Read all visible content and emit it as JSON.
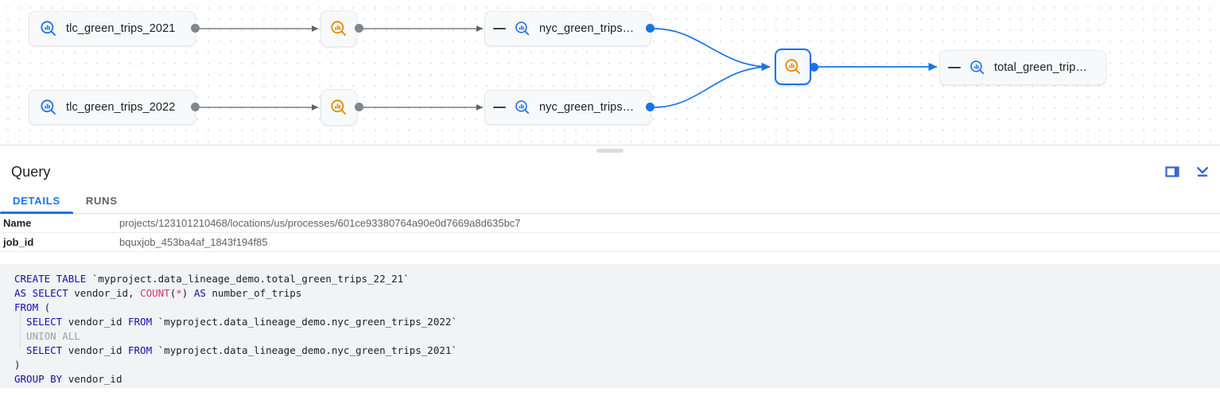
{
  "graph": {
    "nodes": [
      {
        "id": "tlc_2021",
        "label": "tlc_green_trips_2021",
        "icon": "bigquery-table-search-icon",
        "kind": "table",
        "collapse": false,
        "selected": false
      },
      {
        "id": "tlc_2022",
        "label": "tlc_green_trips_2022",
        "icon": "bigquery-table-search-icon",
        "kind": "table",
        "collapse": false,
        "selected": false
      },
      {
        "id": "proc_1",
        "label": "",
        "icon": "process-search-icon",
        "kind": "process",
        "collapse": false,
        "selected": false
      },
      {
        "id": "proc_2",
        "label": "",
        "icon": "process-search-icon",
        "kind": "process",
        "collapse": false,
        "selected": false
      },
      {
        "id": "nyc_2021",
        "label": "nyc_green_trips…",
        "icon": "bigquery-table-search-icon",
        "kind": "table",
        "collapse": true,
        "selected": false
      },
      {
        "id": "nyc_2022",
        "label": "nyc_green_trips…",
        "icon": "bigquery-table-search-icon",
        "kind": "table",
        "collapse": true,
        "selected": false
      },
      {
        "id": "proc_3",
        "label": "",
        "icon": "process-search-icon",
        "kind": "process",
        "collapse": false,
        "selected": true
      },
      {
        "id": "total",
        "label": "total_green_trip…",
        "icon": "bigquery-table-search-icon",
        "kind": "table",
        "collapse": true,
        "selected": false
      }
    ],
    "collapse_symbol": "—",
    "colors": {
      "table_icon": "#1a73e8",
      "process_icon": "#ea8600",
      "edge_gray": "#5f6368",
      "edge_blue": "#1a73e8",
      "selected_border": "#1a73e8"
    }
  },
  "panel": {
    "title": "Query",
    "actions": [
      {
        "name": "split-panel-icon",
        "tooltip": "Split panel"
      },
      {
        "name": "collapse-down-icon",
        "tooltip": "Collapse"
      }
    ],
    "tabs": [
      {
        "label": "DETAILS",
        "active": true
      },
      {
        "label": "RUNS",
        "active": false
      }
    ],
    "details": [
      {
        "key": "Name",
        "value": "projects/123101210468/locations/us/processes/601ce93380764a90e0d7669a8d635bc7"
      },
      {
        "key": "job_id",
        "value": "bquxjob_453ba4af_1843f194f85"
      }
    ]
  },
  "sql": {
    "language": "sql",
    "lines": [
      [
        {
          "t": "CREATE TABLE ",
          "c": "kw"
        },
        {
          "t": "`myproject.data_lineage_demo.total_green_trips_22_21`",
          "c": "plain"
        }
      ],
      [
        {
          "t": "AS SELECT ",
          "c": "kw"
        },
        {
          "t": "vendor_id, ",
          "c": "plain"
        },
        {
          "t": "COUNT",
          "c": "fn"
        },
        {
          "t": "(",
          "c": "plain"
        },
        {
          "t": "*",
          "c": "op"
        },
        {
          "t": ") ",
          "c": "plain"
        },
        {
          "t": "AS ",
          "c": "kw"
        },
        {
          "t": "number_of_trips",
          "c": "plain"
        }
      ],
      [
        {
          "t": "FROM",
          "c": "kw"
        },
        {
          "t": " (",
          "c": "plain"
        }
      ],
      [
        {
          "t": "  SELECT ",
          "c": "kw"
        },
        {
          "t": "vendor_id ",
          "c": "plain"
        },
        {
          "t": "FROM ",
          "c": "kw"
        },
        {
          "t": "`myproject.data_lineage_demo.nyc_green_trips_2022`",
          "c": "plain"
        }
      ],
      [
        {
          "t": "  UNION ALL",
          "c": "dim"
        }
      ],
      [
        {
          "t": "  SELECT ",
          "c": "kw"
        },
        {
          "t": "vendor_id ",
          "c": "plain"
        },
        {
          "t": "FROM ",
          "c": "kw"
        },
        {
          "t": "`myproject.data_lineage_demo.nyc_green_trips_2021`",
          "c": "plain"
        }
      ],
      [
        {
          "t": ")",
          "c": "plain"
        }
      ],
      [
        {
          "t": "GROUP BY ",
          "c": "kw"
        },
        {
          "t": "vendor_id",
          "c": "plain"
        }
      ]
    ]
  }
}
